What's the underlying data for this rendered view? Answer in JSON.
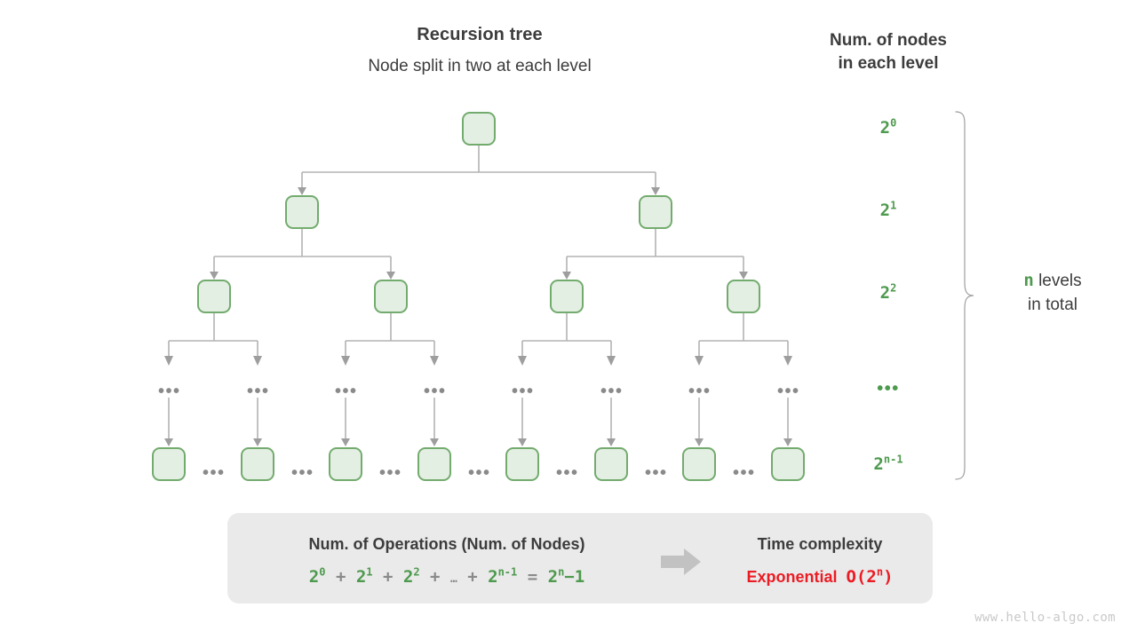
{
  "header": {
    "title": "Recursion tree",
    "subtitle": "Node split in two at each level",
    "column_title_line1": "Num. of nodes",
    "column_title_line2": "in each level"
  },
  "levels": [
    {
      "count_base": "2",
      "count_exp": "0"
    },
    {
      "count_base": "2",
      "count_exp": "1"
    },
    {
      "count_base": "2",
      "count_exp": "2"
    },
    {
      "count_base": "",
      "count_exp": "",
      "ellipsis": "•••"
    },
    {
      "count_base": "2",
      "count_exp": "n-1"
    }
  ],
  "total": {
    "variable": "n",
    "text_line1": "levels",
    "text_line2": "in total"
  },
  "tree": {
    "ellipsis_mark": "•••",
    "node_label": ""
  },
  "panel": {
    "left_title": "Num. of Operations (Num. of Nodes)",
    "formula": {
      "terms": [
        "2",
        "2",
        "2",
        "2"
      ],
      "exponents": [
        "0",
        "1",
        "2",
        "n-1"
      ],
      "plus": "+",
      "ellipsis": "…",
      "equals": "=",
      "result_base": "2",
      "result_exp": "n",
      "result_suffix": "−1"
    },
    "right_title": "Time complexity",
    "right_value_word": "Exponential",
    "right_value_base": "O(2",
    "right_value_exp": "n",
    "right_value_close": ")",
    "arrow_icon": "right-arrow-icon"
  },
  "watermark": "www.hello-algo.com",
  "colors": {
    "node_fill": "#e4efe3",
    "node_border": "#73ab6e",
    "green_text": "#4e9a4e",
    "red_text": "#eb1c24",
    "line_gray": "#b3b3b3",
    "panel_bg": "#eaeaea"
  }
}
